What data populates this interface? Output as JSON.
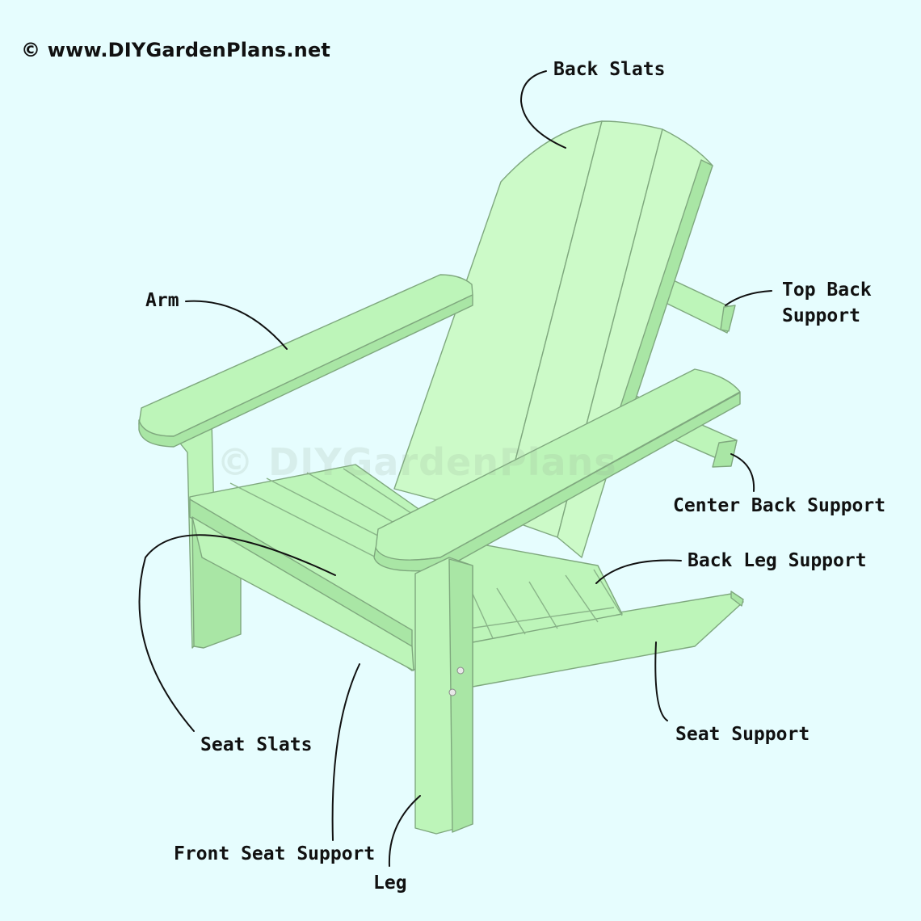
{
  "copyright": "© www.DIYGardenPlans.net",
  "watermark": "© DIYGardenPlans",
  "colors": {
    "background": "#e6fdfe",
    "wood": "#bdf5b9",
    "outline": "#7fa87e",
    "label": "#111111"
  },
  "labels": {
    "back_slats": "Back Slats",
    "arm": "Arm",
    "top_back_support_line1": "Top Back",
    "top_back_support_line2": "Support",
    "center_back_support": "Center Back Support",
    "back_leg_support": "Back Leg Support",
    "seat_support": "Seat Support",
    "seat_slats": "Seat Slats",
    "front_seat_support": "Front Seat Support",
    "leg": "Leg"
  }
}
